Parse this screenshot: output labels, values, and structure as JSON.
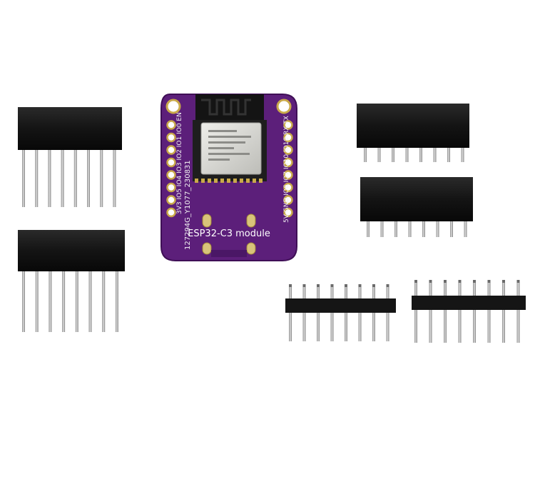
{
  "board": {
    "title": "ESP32-C3 module",
    "code": "127294G_Y1077_230831",
    "pins_left": "3V3 IO5 IO4 IO3 IO2 IO1 IO0 EN",
    "pins_right": "5V GND IO6 IO7 IO10 IO18 RX TX"
  },
  "colors": {
    "background": "#ffffff",
    "pcb": "#5c1f7a",
    "pcb_edge": "#3f0f56",
    "header_plastic": "#1b1b1b",
    "pin_metal": "#b8b8b8",
    "rf_shield": "#d9d9d4"
  },
  "parts": {
    "female_headers": 4,
    "male_headers": 2,
    "pins_per_header": 8
  }
}
